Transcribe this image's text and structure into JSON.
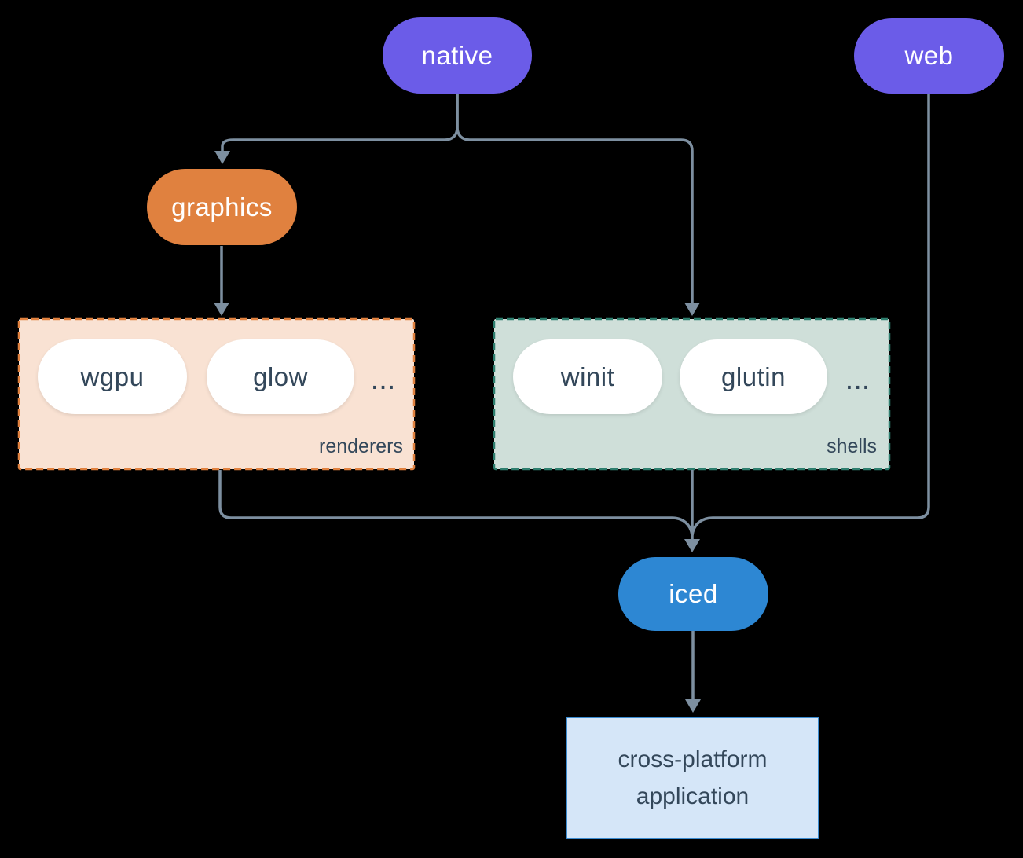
{
  "nodes": {
    "native": {
      "label": "native",
      "fill": "#6b5ce8",
      "text_color": "#ffffff"
    },
    "web": {
      "label": "web",
      "fill": "#6b5ce8",
      "text_color": "#ffffff"
    },
    "graphics": {
      "label": "graphics",
      "fill": "#e0813f",
      "text_color": "#ffffff"
    },
    "wgpu": {
      "label": "wgpu",
      "fill": "#ffffff",
      "text_color": "#33475a"
    },
    "glow": {
      "label": "glow",
      "fill": "#ffffff",
      "text_color": "#33475a"
    },
    "winit": {
      "label": "winit",
      "fill": "#ffffff",
      "text_color": "#33475a"
    },
    "glutin": {
      "label": "glutin",
      "fill": "#ffffff",
      "text_color": "#33475a"
    },
    "iced": {
      "label": "iced",
      "fill": "#2d87d3",
      "text_color": "#ffffff"
    },
    "app": {
      "line1": "cross-platform",
      "line2": "application",
      "fill": "#d5e6f8",
      "border": "#3a8bd0",
      "text_color": "#33475a"
    }
  },
  "groups": {
    "renderers": {
      "label": "renderers",
      "ellipsis": "...",
      "fill": "#f9e2d3",
      "border": "#e0813f"
    },
    "shells": {
      "label": "shells",
      "ellipsis": "...",
      "fill": "#cfdfd9",
      "border": "#2e7e6e"
    }
  },
  "colors": {
    "background": "#000000",
    "edge": "#7d8fa0",
    "text_dark": "#33475a",
    "text_light": "#ffffff"
  }
}
